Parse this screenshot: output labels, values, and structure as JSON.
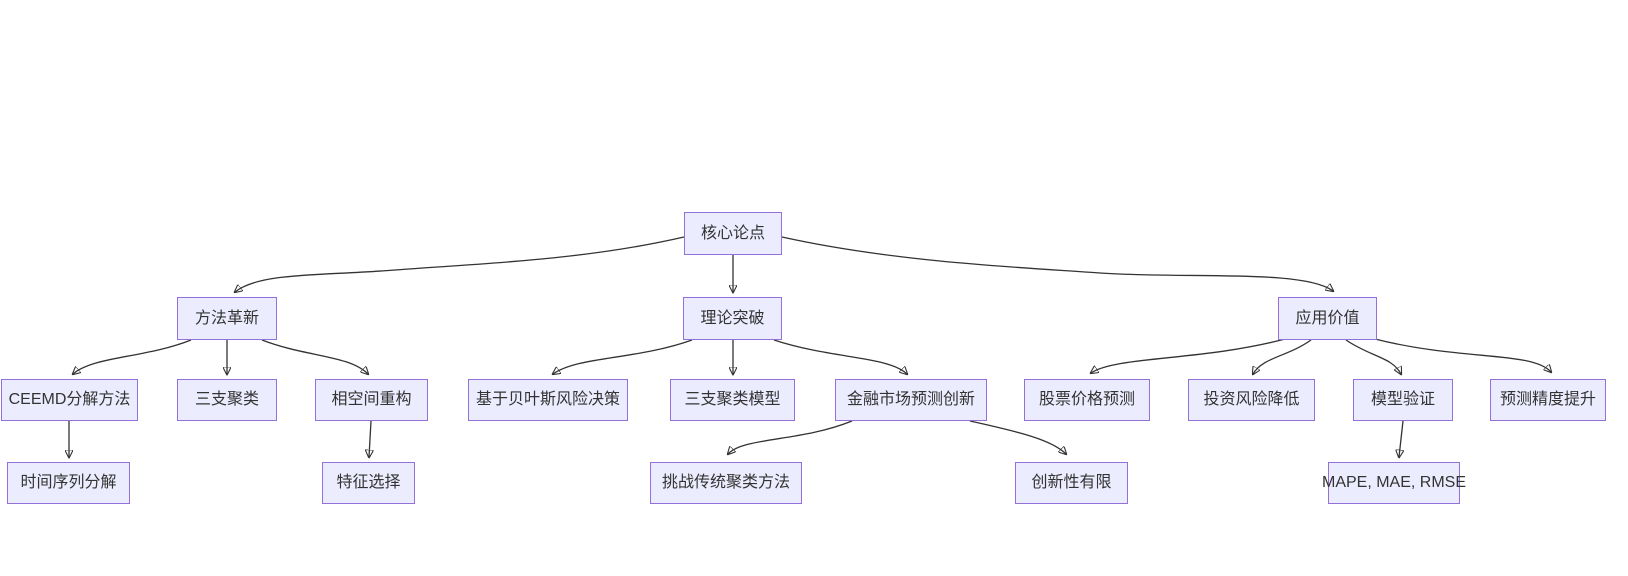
{
  "diagram": {
    "type": "flowchart",
    "direction": "top-down",
    "background_color": "#ffffff",
    "node_fill_color": "#ECECFF",
    "node_border_color": "#9370DB",
    "node_text_color": "#333333",
    "edge_color": "#333333",
    "nodes": [
      {
        "id": "core",
        "label": "核心论点",
        "level": 1
      },
      {
        "id": "method",
        "label": "方法革新",
        "level": 2
      },
      {
        "id": "theory",
        "label": "理论突破",
        "level": 2
      },
      {
        "id": "application",
        "label": "应用价值",
        "level": 2
      },
      {
        "id": "ceemd",
        "label": "CEEMD分解方法",
        "level": 3
      },
      {
        "id": "three_way",
        "label": "三支聚类",
        "level": 3
      },
      {
        "id": "phase",
        "label": "相空间重构",
        "level": 3
      },
      {
        "id": "bayes",
        "label": "基于贝叶斯风险决策",
        "level": 3
      },
      {
        "id": "twc_model",
        "label": "三支聚类模型",
        "level": 3
      },
      {
        "id": "finance",
        "label": "金融市场预测创新",
        "level": 3
      },
      {
        "id": "stock",
        "label": "股票价格预测",
        "level": 3
      },
      {
        "id": "risk",
        "label": "投资风险降低",
        "level": 3
      },
      {
        "id": "validation",
        "label": "模型验证",
        "level": 3
      },
      {
        "id": "accuracy",
        "label": "预测精度提升",
        "level": 3
      },
      {
        "id": "ts_decomp",
        "label": "时间序列分解",
        "level": 4
      },
      {
        "id": "feature",
        "label": "特征选择",
        "level": 4
      },
      {
        "id": "challenge",
        "label": "挑战传统聚类方法",
        "level": 4
      },
      {
        "id": "limited",
        "label": "创新性有限",
        "level": 4
      },
      {
        "id": "metrics",
        "label": "MAPE, MAE, RMSE",
        "level": 4
      }
    ],
    "edges": [
      {
        "from": "core",
        "to": "method"
      },
      {
        "from": "core",
        "to": "theory"
      },
      {
        "from": "core",
        "to": "application"
      },
      {
        "from": "method",
        "to": "ceemd"
      },
      {
        "from": "method",
        "to": "three_way"
      },
      {
        "from": "method",
        "to": "phase"
      },
      {
        "from": "ceemd",
        "to": "ts_decomp"
      },
      {
        "from": "phase",
        "to": "feature"
      },
      {
        "from": "theory",
        "to": "bayes"
      },
      {
        "from": "theory",
        "to": "twc_model"
      },
      {
        "from": "theory",
        "to": "finance"
      },
      {
        "from": "finance",
        "to": "challenge"
      },
      {
        "from": "finance",
        "to": "limited"
      },
      {
        "from": "application",
        "to": "stock"
      },
      {
        "from": "application",
        "to": "risk"
      },
      {
        "from": "application",
        "to": "validation"
      },
      {
        "from": "application",
        "to": "accuracy"
      },
      {
        "from": "validation",
        "to": "metrics"
      }
    ]
  }
}
